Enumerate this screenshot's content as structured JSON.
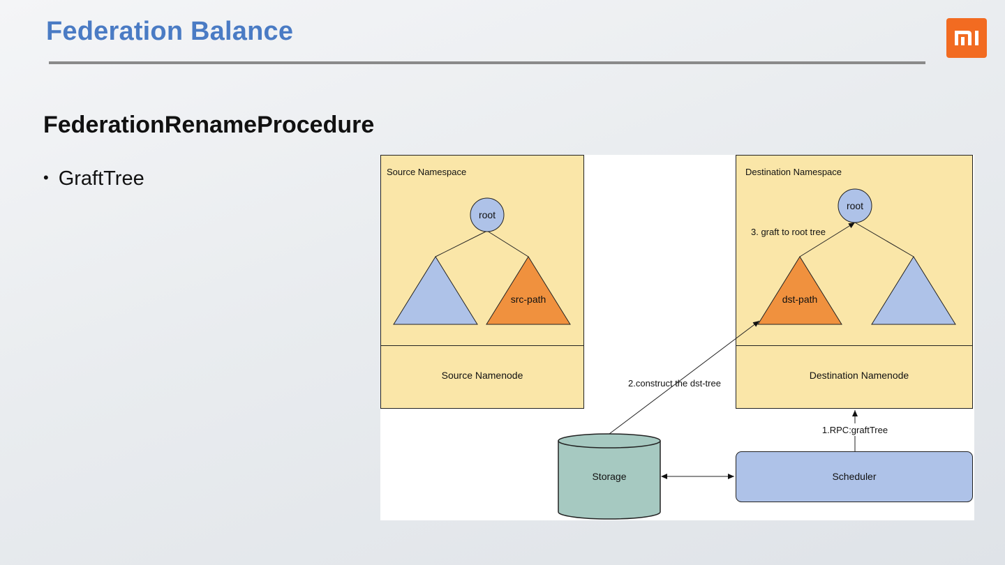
{
  "slide": {
    "title": "Federation Balance",
    "subtitle": "FederationRenameProcedure",
    "bullets": [
      {
        "text": "GraftTree"
      }
    ]
  },
  "diagram": {
    "source_namespace": "Source Namespace",
    "source_namenode": "Source Namenode",
    "destination_namespace": "Destination Namespace",
    "destination_namenode": "Destination Namenode",
    "root_label": "root",
    "src_path": "src-path",
    "dst_path": "dst-path",
    "graft_step": "3. graft to root tree",
    "construct_step": "2.construct the dst-tree",
    "rpc_step": "1.RPC:graftTree",
    "storage": "Storage",
    "scheduler": "Scheduler"
  },
  "colors": {
    "title": "#4a7bc4",
    "logo": "#f26b21",
    "namespace_box": "#fae6a8",
    "blue_node": "#aec2e8",
    "orange_node": "#f0913e",
    "storage": "#a6c9c1"
  },
  "icons": [
    "mi-logo-icon"
  ]
}
